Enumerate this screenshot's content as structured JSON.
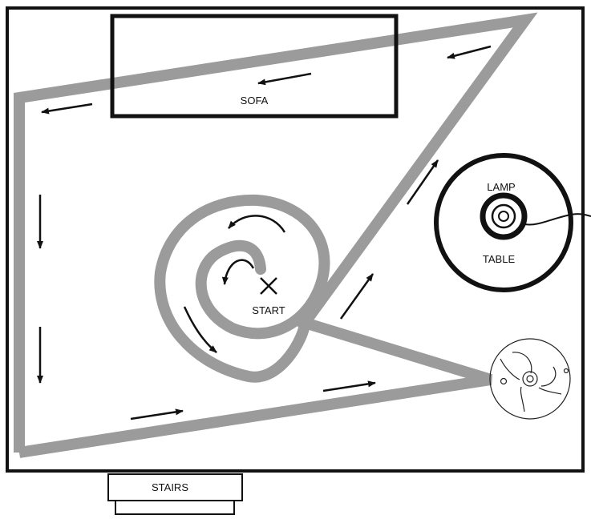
{
  "labels": {
    "sofa": "SOFA",
    "start": "START",
    "lamp": "LAMP",
    "table": "TABLE",
    "stairs": "STAIRS"
  },
  "colors": {
    "path": "#9b9b9b",
    "ink": "#111111",
    "background": "#ffffff"
  },
  "icons": {
    "start_marker": "x-mark-icon",
    "direction": "arrow-icon",
    "lamp": "lamp-icon",
    "vacuum_robot": "robot-vacuum-icon"
  }
}
